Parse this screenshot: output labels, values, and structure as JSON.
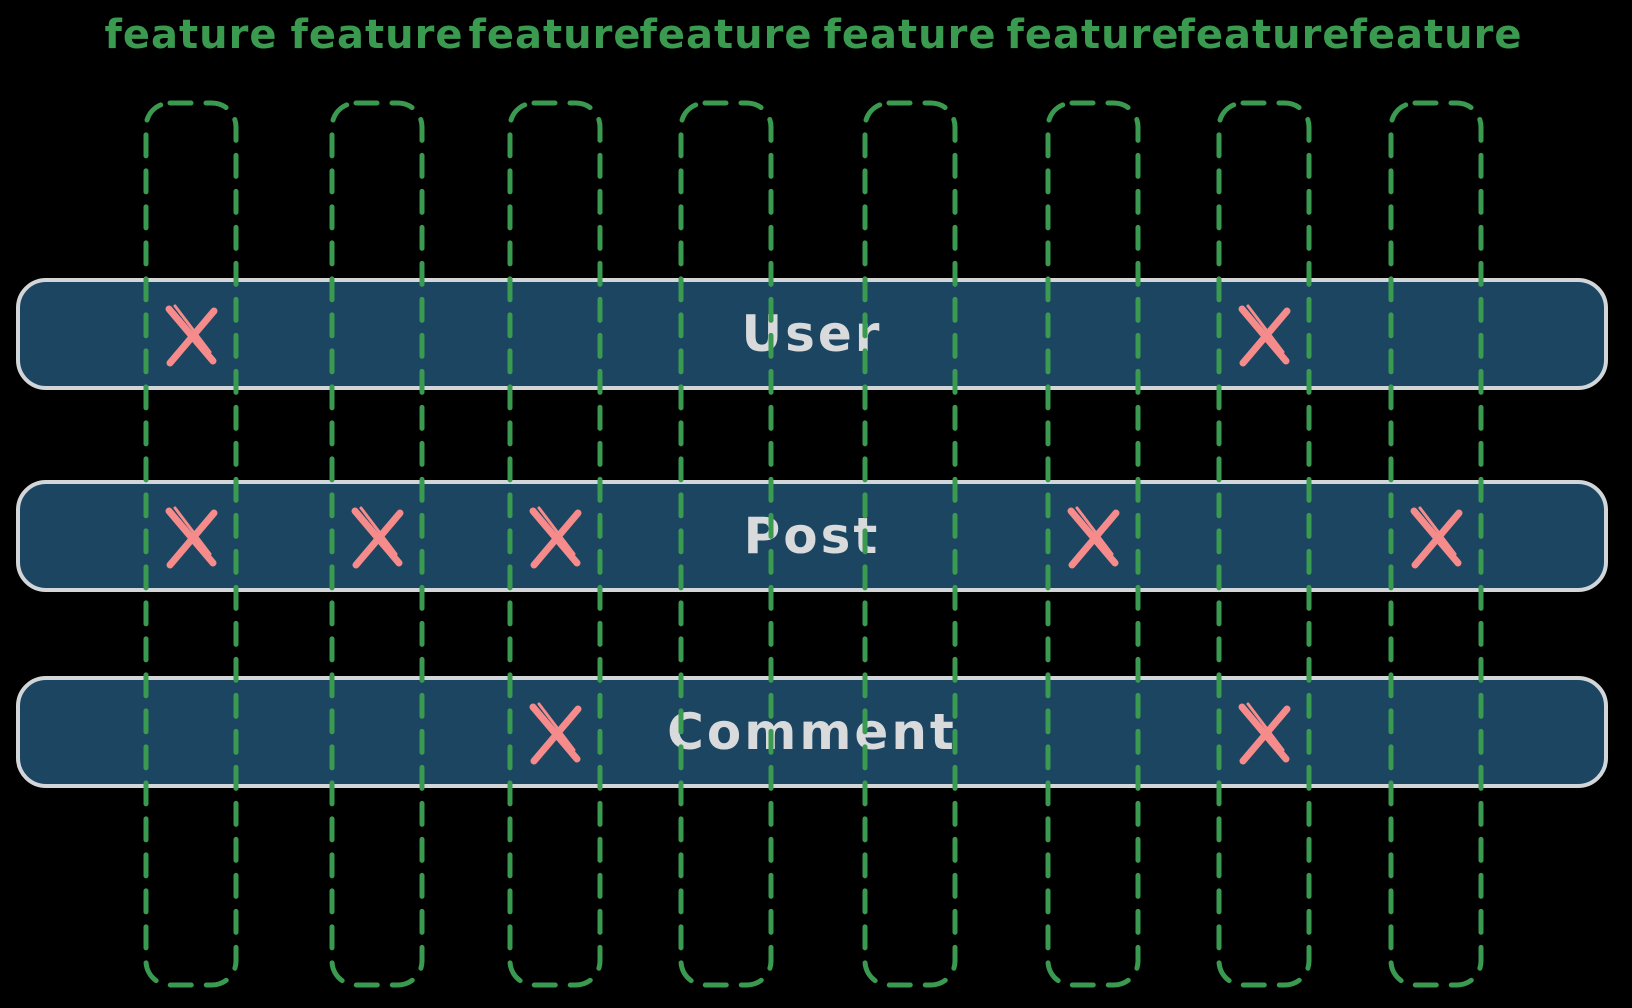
{
  "diagram": {
    "title_hint": "entity-feature matrix",
    "features": [
      "feature",
      "feature",
      "feature",
      "feature",
      "feature",
      "feature",
      "feature",
      "feature"
    ],
    "entities": [
      {
        "label": "User",
        "marked_features": [
          0,
          6
        ]
      },
      {
        "label": "Post",
        "marked_features": [
          0,
          1,
          2,
          5,
          7
        ]
      },
      {
        "label": "Comment",
        "marked_features": [
          2,
          6
        ]
      }
    ],
    "colors": {
      "background": "#000000",
      "feature_green": "#3a9a50",
      "entity_fill": "#1b4560",
      "entity_border": "#d3d6d8",
      "entity_text": "#d8dadc",
      "mark_salmon": "#f68b8b"
    }
  }
}
